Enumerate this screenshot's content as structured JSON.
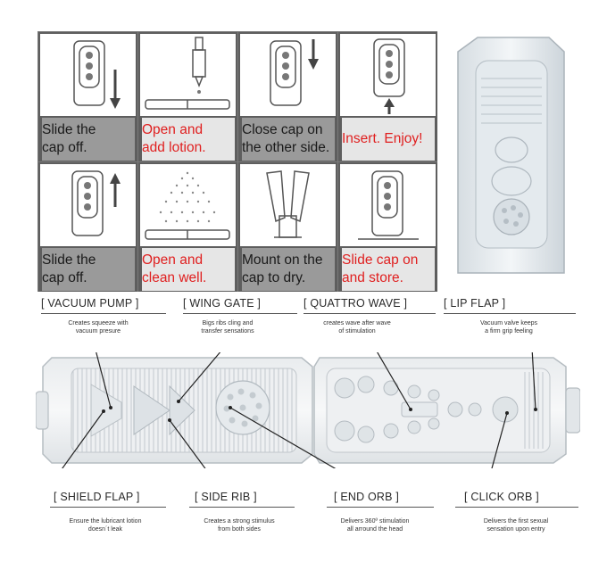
{
  "steps": [
    {
      "line1": "Slide the",
      "line2": "cap off.",
      "color": "#1a1a1a"
    },
    {
      "line1": "Open and",
      "line2": "add lotion.",
      "color": "#e02020"
    },
    {
      "line1": "Close cap on",
      "line2": "the other side.",
      "color": "#1a1a1a"
    },
    {
      "line1": "Insert. Enjoy!",
      "line2": "",
      "color": "#e02020"
    },
    {
      "line1": "Slide the",
      "line2": "cap off.",
      "color": "#1a1a1a"
    },
    {
      "line1": "Open and",
      "line2": "clean well.",
      "color": "#e02020"
    },
    {
      "line1": "Mount on the",
      "line2": "cap to dry.",
      "color": "#1a1a1a"
    },
    {
      "line1": "Slide cap on",
      "line2": "and store.",
      "color": "#e02020"
    }
  ],
  "features": {
    "vacuum_pump": {
      "label": "[ VACUUM PUMP ]",
      "desc1": "Creates squeeze with",
      "desc2": "vacuum presure"
    },
    "wing_gate": {
      "label": "[ WING GATE ]",
      "desc1": "Bigs ribs cling and",
      "desc2": "transfer sensations"
    },
    "quattro_wave": {
      "label": "[ QUATTRO WAVE ]",
      "desc1": "creates wave after wave",
      "desc2": "of stimulation"
    },
    "lip_flap": {
      "label": "[ LIP FLAP ]",
      "desc1": "Vacuum valve keeps",
      "desc2": "a firm grip feeling"
    },
    "shield_flap": {
      "label": "[ SHIELD FLAP ]",
      "desc1": "Ensure the lubricant lotion",
      "desc2": "doesn´t leak"
    },
    "side_rib": {
      "label": "[ SIDE RIB ]",
      "desc1": "Creates a strong stimulus",
      "desc2": "from both sides"
    },
    "end_orb": {
      "label": "[ END ORB ]",
      "desc1": "Delivers 360º stimulation",
      "desc2": "all arround the head"
    },
    "click_orb": {
      "label": "[ CLICK ORB ]",
      "desc1": "Delivers the first sexual",
      "desc2": "sensation upon entry"
    }
  },
  "colors": {
    "accent_red": "#e02020",
    "dark_text": "#1a1a1a"
  }
}
